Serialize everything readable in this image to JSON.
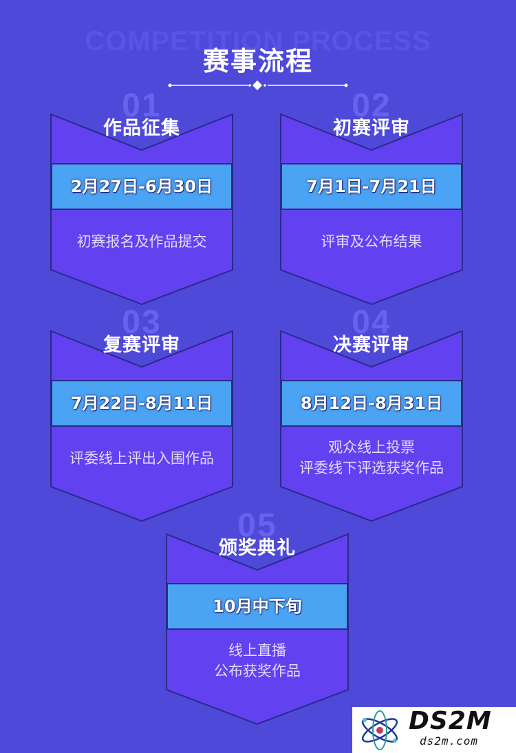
{
  "header": {
    "bg_text": "COMPETITION PROCESS",
    "title": "赛事流程"
  },
  "colors": {
    "background": "#4f49d9",
    "card_fill": "#6241f0",
    "card_border": "#2a2a8a",
    "date_band": "#4aa3f3"
  },
  "steps": [
    {
      "num": "01",
      "title": "作品征集",
      "date": "2月27日-6月30日",
      "desc": [
        "初赛报名及作品提交"
      ]
    },
    {
      "num": "02",
      "title": "初赛评审",
      "date": "7月1日-7月21日",
      "desc": [
        "评审及公布结果"
      ]
    },
    {
      "num": "03",
      "title": "复赛评审",
      "date": "7月22日-8月11日",
      "desc": [
        "评委线上评出入围作品"
      ]
    },
    {
      "num": "04",
      "title": "决赛评审",
      "date": "8月12日-8月31日",
      "desc": [
        "观众线上投票",
        "评委线下评选获奖作品"
      ]
    },
    {
      "num": "05",
      "title": "颁奖典礼",
      "date": "10月中下旬",
      "desc": [
        "线上直播",
        "公布获奖作品"
      ]
    }
  ],
  "watermark": {
    "name": "DS2M",
    "url": "ds2m.com"
  }
}
